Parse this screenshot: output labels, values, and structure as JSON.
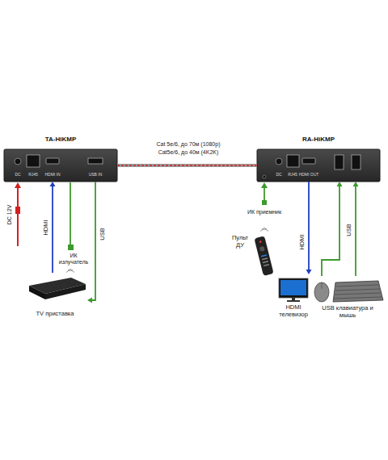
{
  "diagram": {
    "nodes": [
      {
        "text": [
          "TA-HiKMP",
          "DC",
          "RJ45",
          "HDMI IN",
          "USB IN"
        ]
      },
      {
        "text": [
          "RA-HiKMP",
          "DC",
          "RJ45",
          "HDMI OUT"
        ]
      },
      {
        "text": [
          "TV приставка"
        ]
      },
      {
        "text": [
          "Пульт ДУ"
        ]
      },
      {
        "text": [
          "HDMI телевизор"
        ]
      },
      {
        "text": [
          "USB клавиатура и мышь"
        ]
      }
    ],
    "edges": [
      {
        "from": 0,
        "to": 1,
        "arrow": "none"
      },
      {
        "from": 2,
        "to": 0,
        "label": "HDMI",
        "arrow": "to"
      },
      {
        "from": 0,
        "to": 2,
        "label": "USB",
        "arrow": "to"
      },
      {
        "from": 1,
        "to": 4,
        "label": "HDMI",
        "arrow": "to"
      },
      {
        "from": 5,
        "to": 1,
        "label": "USB",
        "arrow": "to"
      },
      {
        "from": 5,
        "to": 1,
        "arrow": "to"
      }
    ],
    "labels": [
      "Cat 5e/6, до 70м (1080p)",
      "Cat5e/6, до 40м (4K2K)",
      "DC 12V",
      "ИК излучатель",
      "ИК приемник"
    ]
  }
}
